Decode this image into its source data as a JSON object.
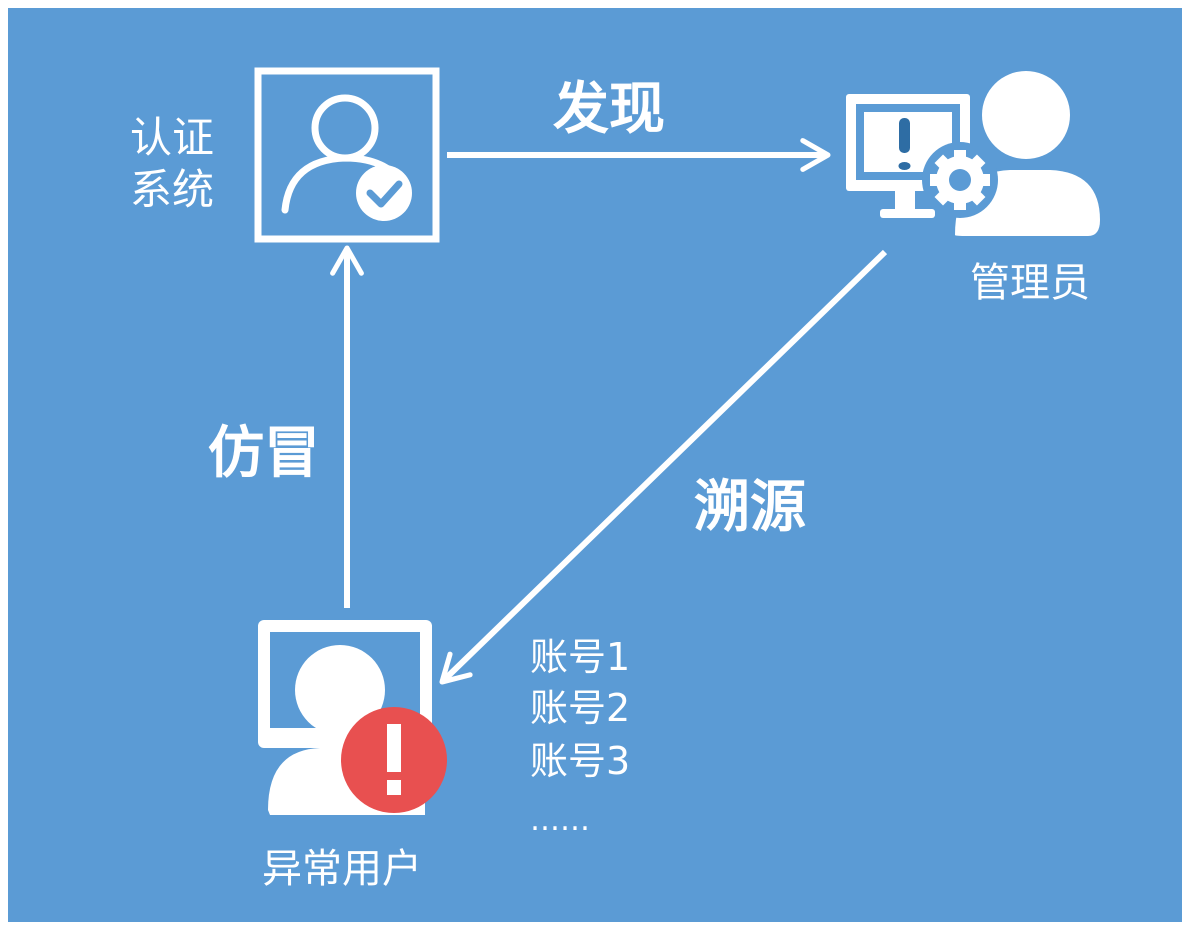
{
  "colors": {
    "background": "#5b9bd5",
    "foreground": "#ffffff",
    "alert": "#e85050",
    "dark_blue": "#2e6da4"
  },
  "nodes": {
    "auth_system": {
      "label_line1": "认证",
      "label_line2": "系统",
      "icon": "user-check-icon"
    },
    "admin": {
      "label": "管理员",
      "icon": "monitor-admin-gear-icon"
    },
    "abnormal_user": {
      "label": "异常用户",
      "icon": "user-alert-icon"
    }
  },
  "edges": {
    "discover": {
      "label": "发现",
      "from": "auth_system",
      "to": "admin"
    },
    "trace": {
      "label": "溯源",
      "from": "admin",
      "to": "abnormal_user"
    },
    "impersonate": {
      "label": "仿冒",
      "from": "abnormal_user",
      "to": "auth_system"
    }
  },
  "accounts": [
    "账号1",
    "账号2",
    "账号3",
    "……"
  ]
}
